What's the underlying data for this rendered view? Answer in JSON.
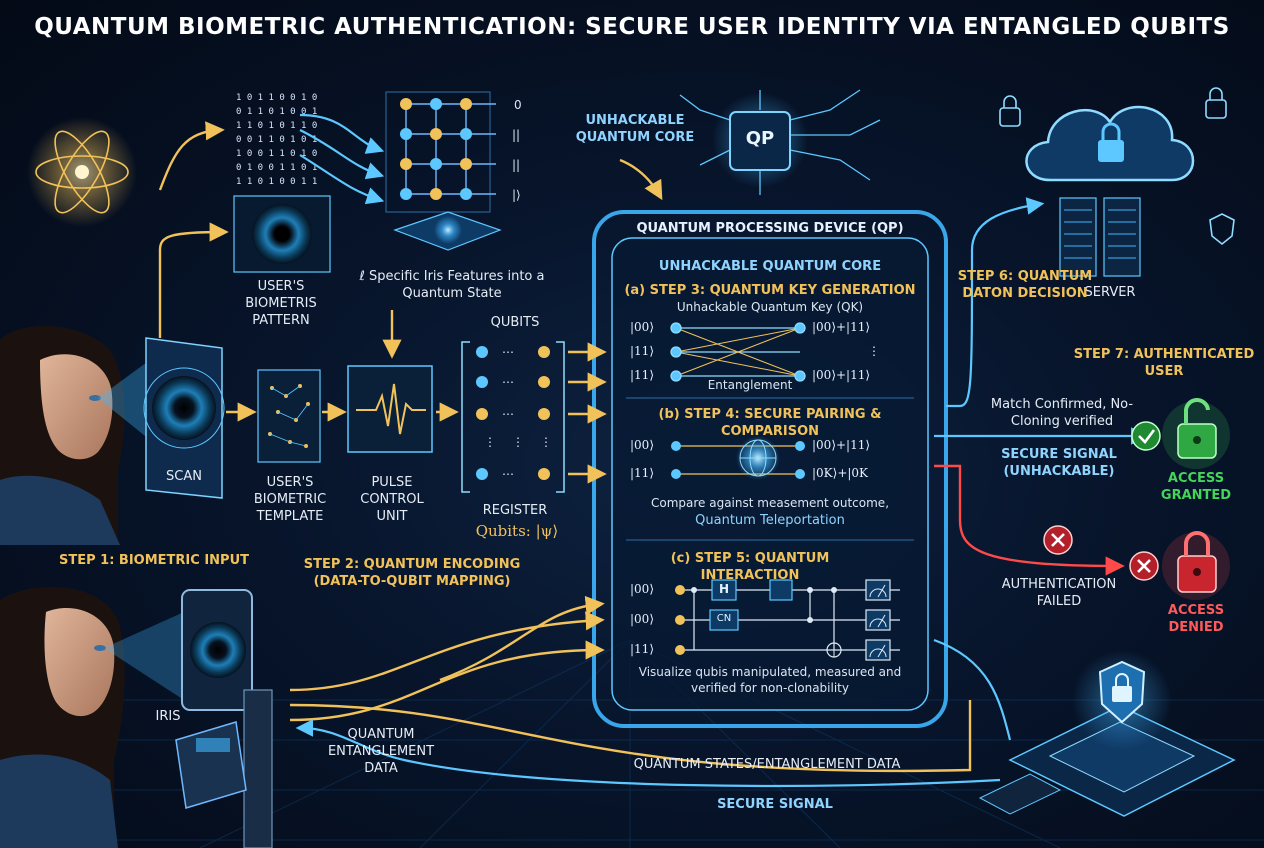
{
  "title": "QUANTUM BIOMETRIC AUTHENTICATION: SECURE USER IDENTITY VIA ENTANGLED QUBITS",
  "top": {
    "unhackable_core": "UNHACKABLE QUANTUM CORE",
    "qp_chip": "QP",
    "bits_labels": [
      "0",
      "||",
      "||",
      "|⟩"
    ]
  },
  "left": {
    "biometric_pattern": "USER'S BIOMETRIS PATTERN",
    "scan": "SCAN",
    "biometric_template": "USER'S BIOMETRIC TEMPLATE",
    "pulse_unit": "PULSE CONTROL UNIT",
    "iris_features": "ℓ Specific Iris Features into a Quantum State",
    "qubits_header": "QUBITS",
    "register": "REGISTER",
    "qubits_psi": "Qubits: |ψ⟩",
    "step1": "STEP 1: BIOMETRIC INPUT",
    "step2": "STEP 2: QUANTUM ENCODING (DATA-TO-QUBIT MAPPING)",
    "iris": "IRIS",
    "entanglement_data": "QUANTUM ENTANGLEMENT DATA"
  },
  "device": {
    "title": "QUANTUM PROCESSING DEVICE (QP)",
    "core": "UNHACKABLE QUANTUM CORE",
    "step3": "(a) STEP 3: QUANTUM KEY GENERATION",
    "step3_sub": "Unhackable Quantum Key (QK)",
    "step3_kets_left": [
      "|00⟩",
      "|11⟩",
      "|11⟩"
    ],
    "step3_kets_right": [
      "|00⟩+|11⟩",
      "⋮",
      "|00⟩+|11⟩"
    ],
    "entanglement": "Entanglement",
    "step4": "(b) STEP 4: SECURE PAIRING & COMPARISON",
    "step4_kets_left": [
      "|00⟩",
      "|11⟩"
    ],
    "step4_kets_right": [
      "|00⟩+|11⟩",
      "|0K⟩+|0K"
    ],
    "step4_note": "Compare against measement outcome,",
    "step4_note2": "Quantum Teleportation",
    "step5": "(c) STEP 5: QUANTUM INTERACTION",
    "step5_kets": [
      "|00⟩",
      "|00⟩",
      "|11⟩"
    ],
    "gate_h": "H",
    "gate_cn": "CN",
    "step5_note": "Visualize qubis manipulated, measured and verified for non-clonability"
  },
  "right": {
    "server": "SERVER",
    "step6": "STEP 6: QUANTUM DATON DECISION",
    "step7": "STEP 7: AUTHENTICATED USER",
    "match": "Match Confirmed, No-Cloning verified",
    "secure_signal_unhackable": "SECURE SIGNAL (UNHACKABLE)",
    "access_granted": "ACCESS GRANTED",
    "auth_failed": "AUTHENTICATION FAILED",
    "access_denied": "ACCESS DENIED"
  },
  "bottom": {
    "states_data": "QUANTUM STATES/ENTANGLEMENT DATA",
    "secure_signal": "SECURE SIGNAL"
  },
  "colors": {
    "accent_cyan": "#3fb6ff",
    "accent_gold": "#f2c25a",
    "granted_green": "#45d45a",
    "denied_red": "#ff4a4a",
    "background": "#07142a"
  }
}
